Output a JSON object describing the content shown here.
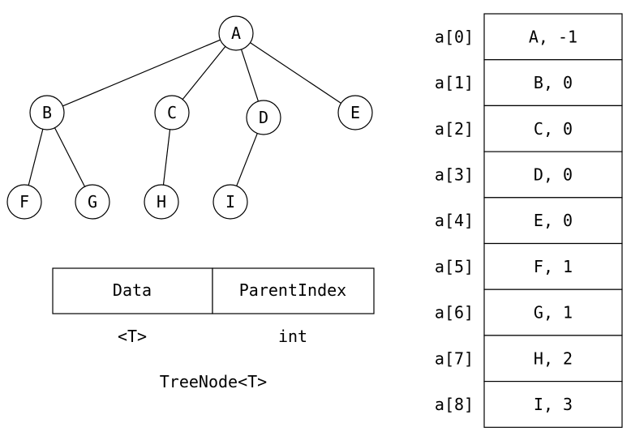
{
  "tree": {
    "nodes": [
      {
        "id": "A",
        "label": "A"
      },
      {
        "id": "B",
        "label": "B"
      },
      {
        "id": "C",
        "label": "C"
      },
      {
        "id": "D",
        "label": "D"
      },
      {
        "id": "E",
        "label": "E"
      },
      {
        "id": "F",
        "label": "F"
      },
      {
        "id": "G",
        "label": "G"
      },
      {
        "id": "H",
        "label": "H"
      },
      {
        "id": "I",
        "label": "I"
      }
    ],
    "edges": [
      [
        "A",
        "B"
      ],
      [
        "A",
        "C"
      ],
      [
        "A",
        "D"
      ],
      [
        "A",
        "E"
      ],
      [
        "B",
        "F"
      ],
      [
        "B",
        "G"
      ],
      [
        "C",
        "H"
      ],
      [
        "D",
        "I"
      ]
    ]
  },
  "struct": {
    "fields": [
      {
        "name": "Data",
        "type": "<T>"
      },
      {
        "name": "ParentIndex",
        "type": "int"
      }
    ],
    "caption": "TreeNode<T>"
  },
  "array": [
    {
      "index": "a[0]",
      "value": "A, -1"
    },
    {
      "index": "a[1]",
      "value": "B, 0"
    },
    {
      "index": "a[2]",
      "value": "C, 0"
    },
    {
      "index": "a[3]",
      "value": "D, 0"
    },
    {
      "index": "a[4]",
      "value": "E, 0"
    },
    {
      "index": "a[5]",
      "value": "F, 1"
    },
    {
      "index": "a[6]",
      "value": "G, 1"
    },
    {
      "index": "a[7]",
      "value": "H, 2"
    },
    {
      "index": "a[8]",
      "value": "I, 3"
    }
  ]
}
